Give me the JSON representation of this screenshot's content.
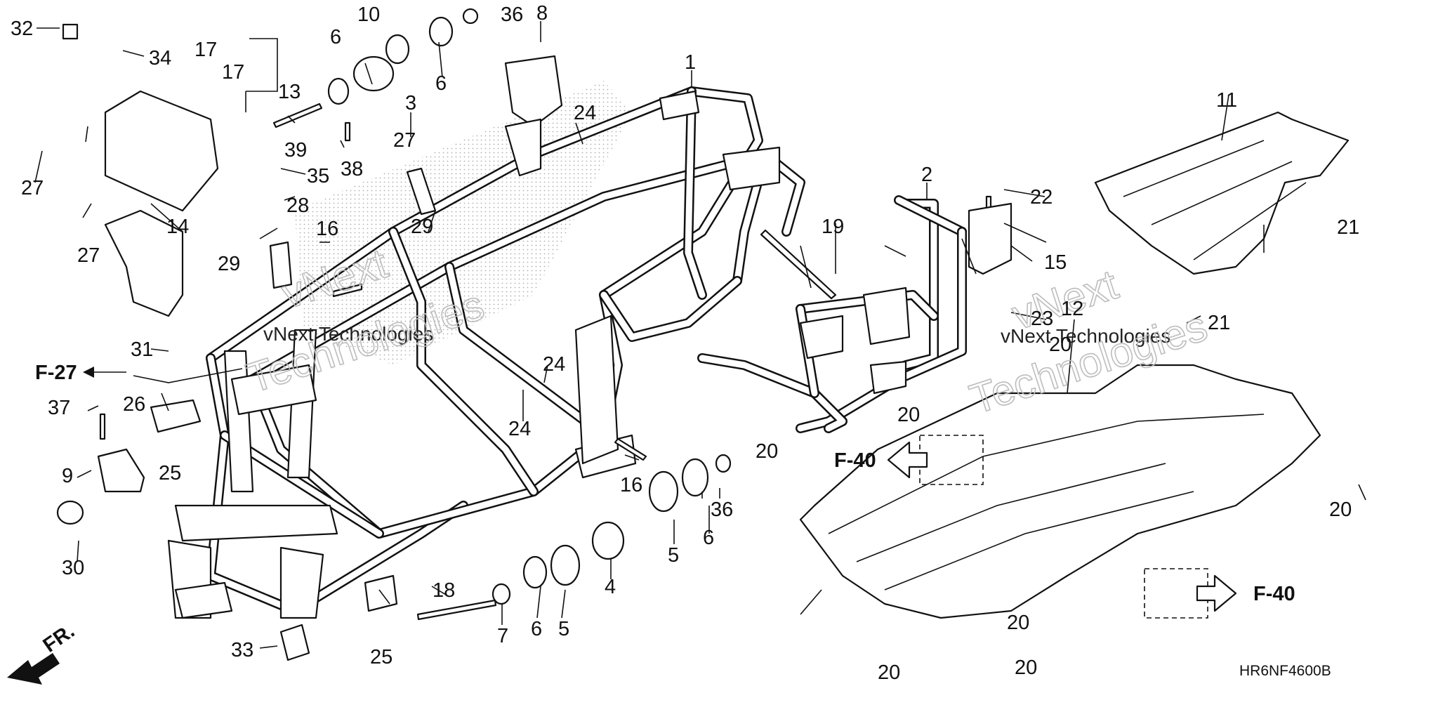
{
  "diagram": {
    "code": "HR6NF4600B",
    "front_label": "FR.",
    "references": [
      "F-27",
      "F-40",
      "F-40"
    ],
    "watermark": [
      "vNext Technologies",
      "vNext",
      "Technologies",
      "vNext Technologies",
      "vNext",
      "Technologies"
    ],
    "callouts": [
      {
        "n": "1"
      },
      {
        "n": "2"
      },
      {
        "n": "3"
      },
      {
        "n": "4"
      },
      {
        "n": "5"
      },
      {
        "n": "5"
      },
      {
        "n": "6"
      },
      {
        "n": "6"
      },
      {
        "n": "6"
      },
      {
        "n": "6"
      },
      {
        "n": "7"
      },
      {
        "n": "8"
      },
      {
        "n": "9"
      },
      {
        "n": "10"
      },
      {
        "n": "11"
      },
      {
        "n": "12"
      },
      {
        "n": "13"
      },
      {
        "n": "14"
      },
      {
        "n": "15"
      },
      {
        "n": "16"
      },
      {
        "n": "16"
      },
      {
        "n": "17"
      },
      {
        "n": "17"
      },
      {
        "n": "18"
      },
      {
        "n": "19"
      },
      {
        "n": "20"
      },
      {
        "n": "20"
      },
      {
        "n": "20"
      },
      {
        "n": "20"
      },
      {
        "n": "20"
      },
      {
        "n": "20"
      },
      {
        "n": "20"
      },
      {
        "n": "21"
      },
      {
        "n": "21"
      },
      {
        "n": "22"
      },
      {
        "n": "23"
      },
      {
        "n": "24"
      },
      {
        "n": "24"
      },
      {
        "n": "24"
      },
      {
        "n": "25"
      },
      {
        "n": "25"
      },
      {
        "n": "26"
      },
      {
        "n": "27"
      },
      {
        "n": "27"
      },
      {
        "n": "27"
      },
      {
        "n": "28"
      },
      {
        "n": "29"
      },
      {
        "n": "29"
      },
      {
        "n": "30"
      },
      {
        "n": "31"
      },
      {
        "n": "32"
      },
      {
        "n": "33"
      },
      {
        "n": "34"
      },
      {
        "n": "35"
      },
      {
        "n": "36"
      },
      {
        "n": "36"
      },
      {
        "n": "37"
      },
      {
        "n": "38"
      },
      {
        "n": "39"
      }
    ]
  }
}
